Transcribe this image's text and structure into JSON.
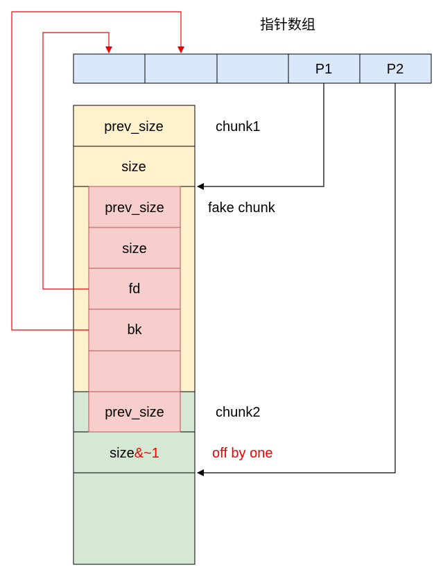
{
  "title": "指针数组",
  "pointer_array": {
    "cells": [
      "",
      "",
      "",
      "P1",
      "P2"
    ]
  },
  "chunk1": {
    "name": "chunk1",
    "prev_size": "prev_size",
    "size": "size"
  },
  "fake_chunk": {
    "name": "fake chunk",
    "prev_size": "prev_size",
    "size": "size",
    "fd": "fd",
    "bk": "bk",
    "empty": ""
  },
  "chunk2": {
    "name": "chunk2",
    "prev_size": "prev_size",
    "size_prefix": "size",
    "size_suffix": "&~1",
    "note": "off by one"
  },
  "colors": {
    "pointer_cell_fill": "#dae8fc",
    "chunk1_fill": "#fff2cc",
    "fake_chunk_fill": "#f8cecc",
    "fake_chunk_stroke": "#b85450",
    "chunk2_fill": "#d5e8d4",
    "red_arrow": "#ee0000",
    "black_arrow": "#000000"
  }
}
